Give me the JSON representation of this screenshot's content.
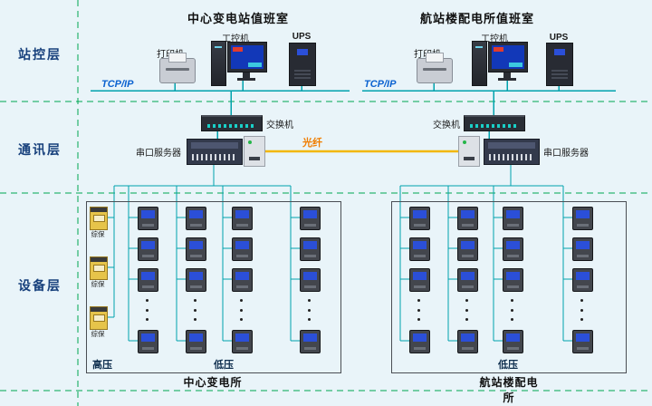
{
  "layers": {
    "station": "站控层",
    "comm": "通讯层",
    "device": "设备层"
  },
  "left_room": {
    "title": "中心变电站值班室",
    "printer": "打印机",
    "pc": "工控机",
    "ups": "UPS",
    "tcpip": "TCP/IP",
    "switch": "交换机",
    "serial": "串口服务器"
  },
  "right_room": {
    "title": "航站楼配电所值班室",
    "printer": "打印机",
    "pc": "工控机",
    "ups": "UPS",
    "tcpip": "TCP/IP",
    "switch": "交换机",
    "serial": "串口服务器"
  },
  "fiber": "光纤",
  "left_station": {
    "caption": "中心变电所",
    "hv": "高压",
    "lv": "低压",
    "protect": "综保"
  },
  "right_station": {
    "caption": "航站楼配电所",
    "lv": "低压"
  },
  "colors": {
    "bus": "#00a2ad",
    "layer_divider": "#00a651",
    "fiber": "#f2b705"
  }
}
